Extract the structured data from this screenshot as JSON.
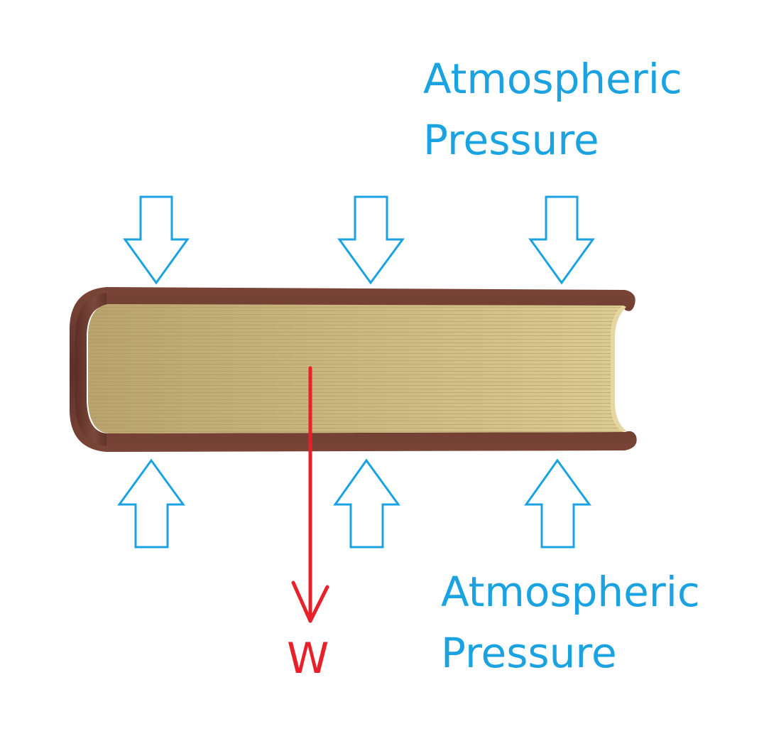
{
  "top_label": {
    "line1": "Atmospheric",
    "line2": "Pressure"
  },
  "bottom_label": {
    "line1": "Atmospheric",
    "line2": "Pressure"
  },
  "weight_label": "W",
  "colors": {
    "pressure": "#1aa3e0",
    "weight": "#e8202a",
    "cover": "#6e3b30",
    "pages": "#c9b67f",
    "background": "#ffffff"
  },
  "arrows": {
    "top_row": {
      "direction": "down",
      "count": 3
    },
    "bottom_row": {
      "direction": "up",
      "count": 3
    },
    "weight": {
      "direction": "down"
    }
  }
}
